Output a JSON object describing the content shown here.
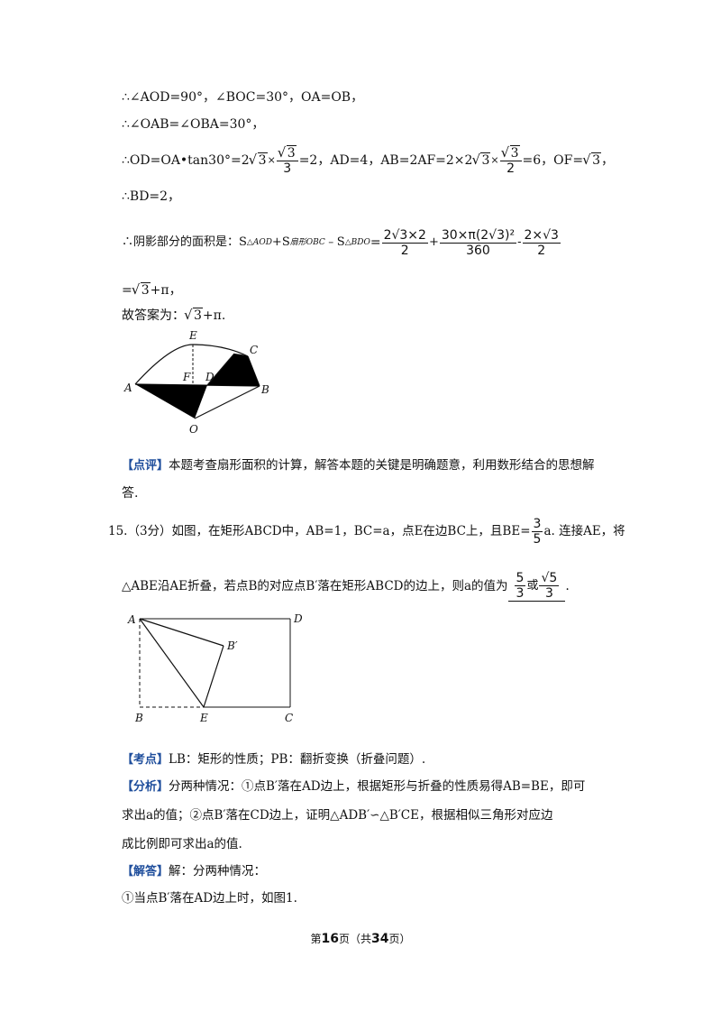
{
  "lines": {
    "l1": "∴∠AOD=90°，∠BOC=30°，OA=OB，",
    "l2": "∴∠OAB=∠OBA=30°，",
    "l3a": "∴OD=OA•tan30°=2",
    "l3_rad1": "3",
    "l3_times": "×",
    "l3_f1_num": "3",
    "l3_f1_den": "3",
    "l3b": "=2，AD=4，AB=2AF=2×2",
    "l3_rad2": "3",
    "l3_times2": "×",
    "l3_f2_num": "3",
    "l3_f2_den": "2",
    "l3c": "=6，OF=",
    "l3_rad3": "3",
    "l3d": "，",
    "l4": "∴BD=2，",
    "l5a": "∴阴影部分的面积是：S",
    "l5_sub1": "△AOD",
    "l5_plus": "+S",
    "l5_sub2": "扇形OBC",
    "l5_minus": "﹣S",
    "l5_sub3": "△BDO",
    "l5_eq": "=",
    "l5_f1_num": "2√3×2",
    "l5_f1_den": "2",
    "l5_f2_num": "30×π(2√3)²",
    "l5_f2_den": "360",
    "l5_f3_num": "2×√3",
    "l5_f3_den": "2",
    "l6_eq": "=",
    "l6_rad": "3",
    "l6_tail": "+π，",
    "l7a": "故答案为：",
    "l7_rad": "3",
    "l7_tail": "+π."
  },
  "figure1": {
    "labels": {
      "E": "E",
      "C": "C",
      "F": "F",
      "D": "D",
      "A": "A",
      "B": "B",
      "O": "O"
    }
  },
  "comment": {
    "tag": "【点评】",
    "text1": "本题考查扇形面积的计算，解答本题的关键是明确题意，利用数形结合的思想解",
    "text2": "答."
  },
  "q15": {
    "line1": "15.（3分）如图，在矩形ABCD中，AB=1，BC=a，点E在边BC上，且BE=",
    "frac_num": "3",
    "frac_den": "5",
    "line1_tail": "a. 连接AE，将",
    "line2": "△ABE沿AE折叠，若点B的对应点B′落在矩形ABCD的边上，则a的值为",
    "ans_f1_num": "5",
    "ans_f1_den": "3",
    "ans_or": "或",
    "ans_f2_num": "√5",
    "ans_f2_den": "3",
    "line2_tail": "."
  },
  "figure2": {
    "labels": {
      "A": "A",
      "D": "D",
      "Bp": "B′",
      "B": "B",
      "E": "E",
      "C": "C"
    }
  },
  "kaodian": {
    "tag": "【考点】",
    "text": "LB：矩形的性质；PB：翻折变换（折叠问题）."
  },
  "fenxi": {
    "tag": "【分析】",
    "text1": "分两种情况：①点B′落在AD边上，根据矩形与折叠的性质易得AB=BE，即可",
    "text2": "求出a的值；②点B′落在CD边上，证明△ADB′∽△B′CE，根据相似三角形对应边",
    "text3": "成比例即可求出a的值."
  },
  "jieda": {
    "tag": "【解答】",
    "text": "解：分两种情况：",
    "case1": "①当点B′落在AD边上时，如图1."
  },
  "footer": {
    "pre": "第",
    "page": "16",
    "mid": "页（共",
    "total": "34",
    "post": "页）"
  }
}
